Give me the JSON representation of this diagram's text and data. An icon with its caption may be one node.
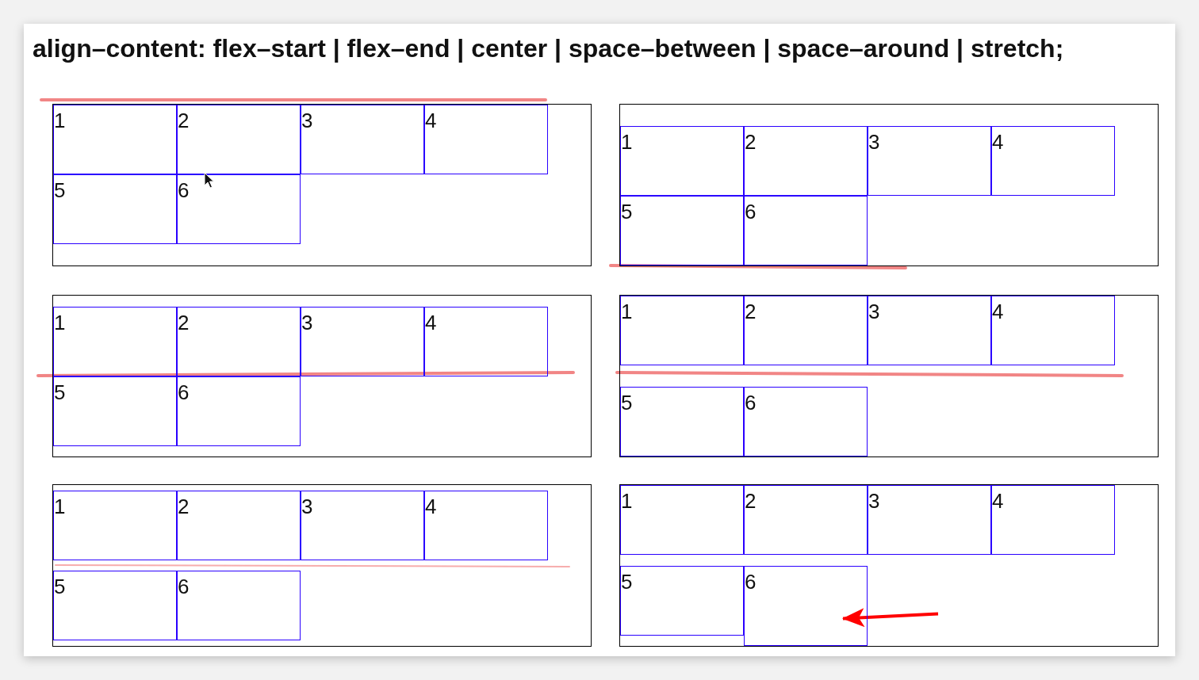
{
  "diagram": {
    "title": "align–content: flex–start | flex–end | center | space–between | space–around | stretch;",
    "nodes": [
      {
        "text": [],
        "shape": "box"
      },
      {
        "text": [
          "1"
        ],
        "in": 0
      },
      {
        "text": [
          "2"
        ],
        "in": 0
      },
      {
        "text": [
          "3"
        ],
        "in": 0
      },
      {
        "text": [
          "4"
        ],
        "in": 0
      },
      {
        "text": [
          "5"
        ],
        "in": 0
      },
      {
        "text": [
          "6"
        ],
        "in": 0
      },
      {
        "text": [],
        "shape": "box"
      },
      {
        "text": [
          "1"
        ],
        "in": 7
      },
      {
        "text": [
          "2"
        ],
        "in": 7
      },
      {
        "text": [
          "3"
        ],
        "in": 7
      },
      {
        "text": [
          "4"
        ],
        "in": 7
      },
      {
        "text": [
          "5"
        ],
        "in": 7
      },
      {
        "text": [
          "6"
        ],
        "in": 7
      },
      {
        "text": [],
        "shape": "box"
      },
      {
        "text": [
          "1"
        ],
        "in": 14
      },
      {
        "text": [
          "2"
        ],
        "in": 14
      },
      {
        "text": [
          "3"
        ],
        "in": 14
      },
      {
        "text": [
          "4"
        ],
        "in": 14
      },
      {
        "text": [
          "5"
        ],
        "in": 14
      },
      {
        "text": [
          "6"
        ],
        "in": 14
      },
      {
        "text": [],
        "shape": "box"
      },
      {
        "text": [
          "1"
        ],
        "in": 21
      },
      {
        "text": [
          "2"
        ],
        "in": 21
      },
      {
        "text": [
          "3"
        ],
        "in": 21
      },
      {
        "text": [
          "4"
        ],
        "in": 21
      },
      {
        "text": [
          "5"
        ],
        "in": 21
      },
      {
        "text": [
          "6"
        ],
        "in": 21
      },
      {
        "text": [],
        "shape": "box"
      },
      {
        "text": [
          "1"
        ],
        "in": 28
      },
      {
        "text": [
          "2"
        ],
        "in": 28
      },
      {
        "text": [
          "3"
        ],
        "in": 28
      },
      {
        "text": [
          "4"
        ],
        "in": 28
      },
      {
        "text": [
          "5"
        ],
        "in": 28
      },
      {
        "text": [
          "6"
        ],
        "in": 28
      },
      {
        "text": [],
        "shape": "box"
      },
      {
        "text": [
          "1"
        ],
        "in": 35
      },
      {
        "text": [
          "2"
        ],
        "in": 35
      },
      {
        "text": [
          "3"
        ],
        "in": 35
      },
      {
        "text": [
          "4"
        ],
        "in": 35
      },
      {
        "text": [
          "5"
        ],
        "in": 35
      },
      {
        "text": [
          "6"
        ],
        "in": 35
      }
    ],
    "edges": [
      {
        "from": null,
        "to": 41,
        "arrow": "to",
        "color": "#ff0000"
      }
    ]
  }
}
